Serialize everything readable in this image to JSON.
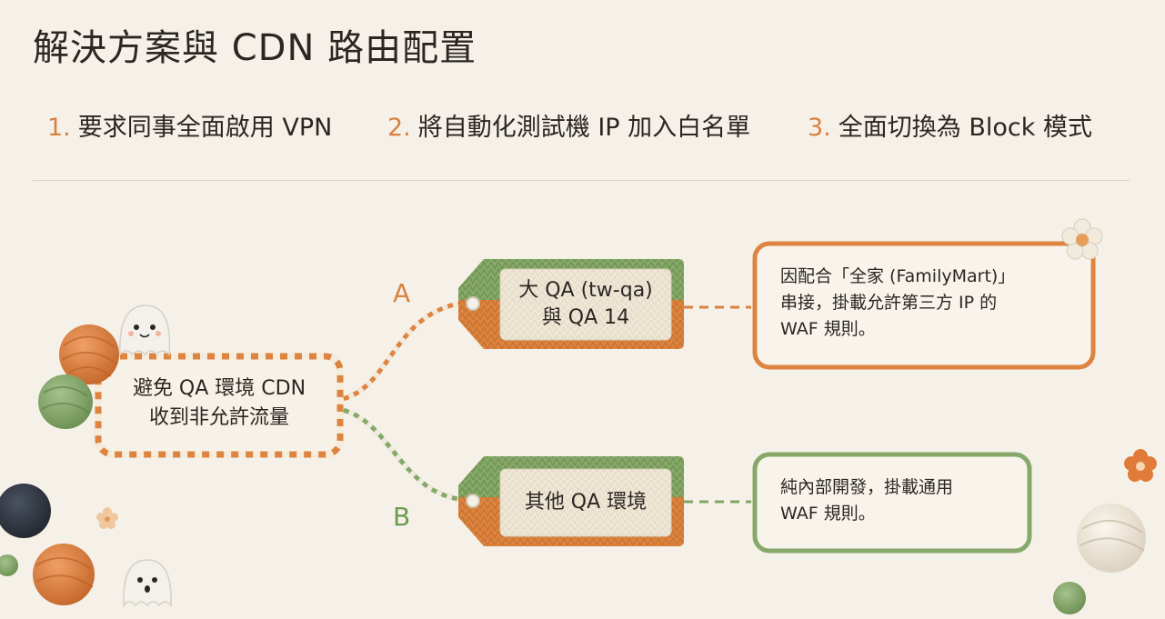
{
  "title": "解決方案與 CDN 路由配置",
  "steps": [
    {
      "num": "1.",
      "text": "要求同事全面啟用 VPN"
    },
    {
      "num": "2.",
      "text": "將自動化測試機 IP 加入白名單"
    },
    {
      "num": "3.",
      "text": "全面切換為 Block 模式"
    }
  ],
  "root": {
    "line1": "避免 QA 環境 CDN",
    "line2": "收到非允許流量"
  },
  "branches": [
    {
      "label": "A",
      "tag": {
        "line1": "大 QA (tw-qa)",
        "line2": "與 QA 14"
      },
      "note": {
        "line1": "因配合「全家 (FamilyMart)」",
        "line2": "串接，掛載允許第三方 IP 的",
        "line3": "WAF 規則。"
      }
    },
    {
      "label": "B",
      "tag": {
        "line1": "其他 QA 環境"
      },
      "note": {
        "line1": "純內部開發，掛載通用",
        "line2": "WAF 規則。"
      }
    }
  ],
  "colors": {
    "background": "#f5f1e8",
    "orange": "#d9813f",
    "green": "#7fa765",
    "cream": "#efe7d6",
    "text": "#2b2622"
  }
}
